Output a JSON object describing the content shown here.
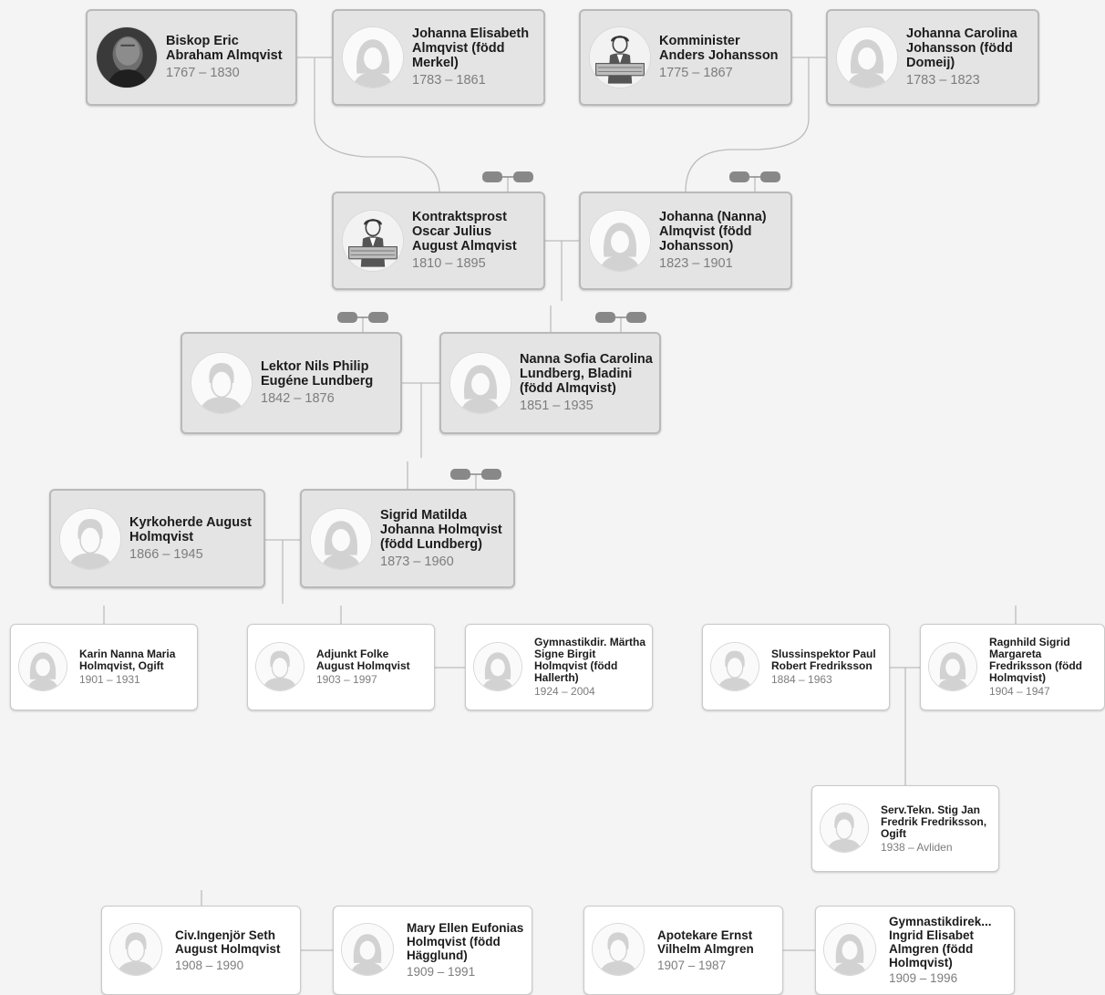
{
  "theme": {
    "background": "#f4f4f4",
    "line_color": "#bcbcbc",
    "card_fill": "#e4e4e4",
    "child_card_fill": "#ffffff",
    "expander_color": "#888888"
  },
  "people": {
    "eric_almqvist": {
      "name": "Biskop Eric Abraham Almqvist",
      "dates": "1767 – 1830",
      "avatar": "photo-portrait-icon"
    },
    "johanna_elisabeth": {
      "name": "Johanna Elisabeth Almqvist (född Merkel)",
      "dates": "1783 – 1861",
      "avatar": "female-avatar-icon"
    },
    "anders_johansson": {
      "name": "Komminister Anders Johansson",
      "dates": "1775 – 1867",
      "avatar": "preacher-sketch-icon"
    },
    "johanna_carolina": {
      "name": "Johanna Carolina Johansson (född Domeij)",
      "dates": "1783 – 1823",
      "avatar": "female-avatar-icon"
    },
    "oscar_almqvist": {
      "name": "Kontraktsprost Oscar Julius August Almqvist",
      "dates": "1810 – 1895",
      "avatar": "preacher-sketch-icon"
    },
    "nanna_almqvist": {
      "name": "Johanna (Nanna) Almqvist (född Johansson)",
      "dates": "1823 – 1901",
      "avatar": "female-avatar-icon"
    },
    "nils_lundberg": {
      "name": "Lektor Nils Philip Eugéne Lundberg",
      "dates": "1842 – 1876",
      "avatar": "male-avatar-icon"
    },
    "nanna_sofia": {
      "name": "Nanna Sofia Carolina Lundberg, Bladini (född Almqvist)",
      "dates": "1851 – 1935",
      "avatar": "female-avatar-icon"
    },
    "august_holmqvist": {
      "name": "Kyrkoherde August Holmqvist",
      "dates": "1866 – 1945",
      "avatar": "male-avatar-icon"
    },
    "sigrid_holmqvist": {
      "name": "Sigrid Matilda Johanna Holmqvist (född Lundberg)",
      "dates": "1873 – 1960",
      "avatar": "female-avatar-icon"
    },
    "karin_holmqvist": {
      "name": "Karin Nanna Maria Holmqvist, Ogift",
      "dates": "1901 – 1931",
      "avatar": "female-avatar-icon"
    },
    "folke_holmqvist": {
      "name": "Adjunkt Folke August Holmqvist",
      "dates": "1903 – 1997",
      "avatar": "male-avatar-icon"
    },
    "martha_holmqvist": {
      "name": "Gymnastikdir. Märtha Signe Birgit Holmqvist (född Hallerth)",
      "dates": "1924 – 2004",
      "avatar": "female-avatar-icon"
    },
    "paul_fredriksson": {
      "name": "Slussinspektor Paul Robert Fredriksson",
      "dates": "1884 – 1963",
      "avatar": "male-avatar-icon"
    },
    "ragnhild_fredriksson": {
      "name": "Ragnhild Sigrid Margareta Fredriksson (född Holmqvist)",
      "dates": "1904 – 1947",
      "avatar": "female-avatar-icon"
    },
    "stig_fredriksson": {
      "name": "Serv.Tekn. Stig Jan Fredrik Fredriksson, Ogift",
      "dates": "1938 – Avliden",
      "avatar": "male-avatar-icon"
    },
    "seth_holmqvist": {
      "name": "Civ.Ingenjör Seth August Holmqvist",
      "dates": "1908 – 1990",
      "avatar": "male-avatar-icon"
    },
    "mary_holmqvist": {
      "name": "Mary Ellen Eufonias Holmqvist (född Hägglund)",
      "dates": "1909 – 1991",
      "avatar": "female-avatar-icon"
    },
    "ernst_almgren": {
      "name": "Apotekare Ernst Vilhelm Almgren",
      "dates": "1907 – 1987",
      "avatar": "male-avatar-icon"
    },
    "ingrid_almgren": {
      "name": "Gymnastikdirek... Ingrid Elisabet Almgren (född Holmqvist)",
      "dates": "1909 – 1996",
      "avatar": "female-avatar-icon"
    }
  }
}
